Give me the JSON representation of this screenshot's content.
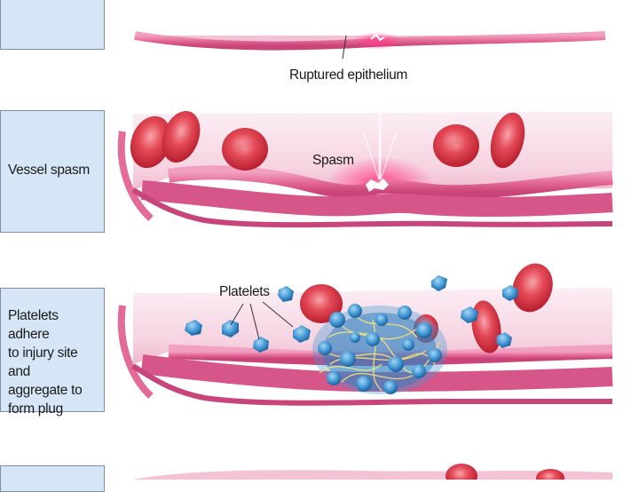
{
  "panels": {
    "top": {
      "callout": "Ruptured epithelium"
    },
    "spasm": {
      "label": "Vessel spasm",
      "callout": "Spasm"
    },
    "plug": {
      "label_lines": [
        "Platelets adhere",
        "to injury site and",
        "aggregate to",
        "form plug"
      ],
      "callout": "Platelets"
    }
  },
  "colors": {
    "label_box_fill": "#d7e6f6",
    "label_box_border": "#7d8ea6",
    "vessel_wall": "#e46a97",
    "vessel_interior": "#f8dce8",
    "red_cell": "#e0404f",
    "platelet": "#3f97d4",
    "fibrin": "#f2e27a"
  }
}
